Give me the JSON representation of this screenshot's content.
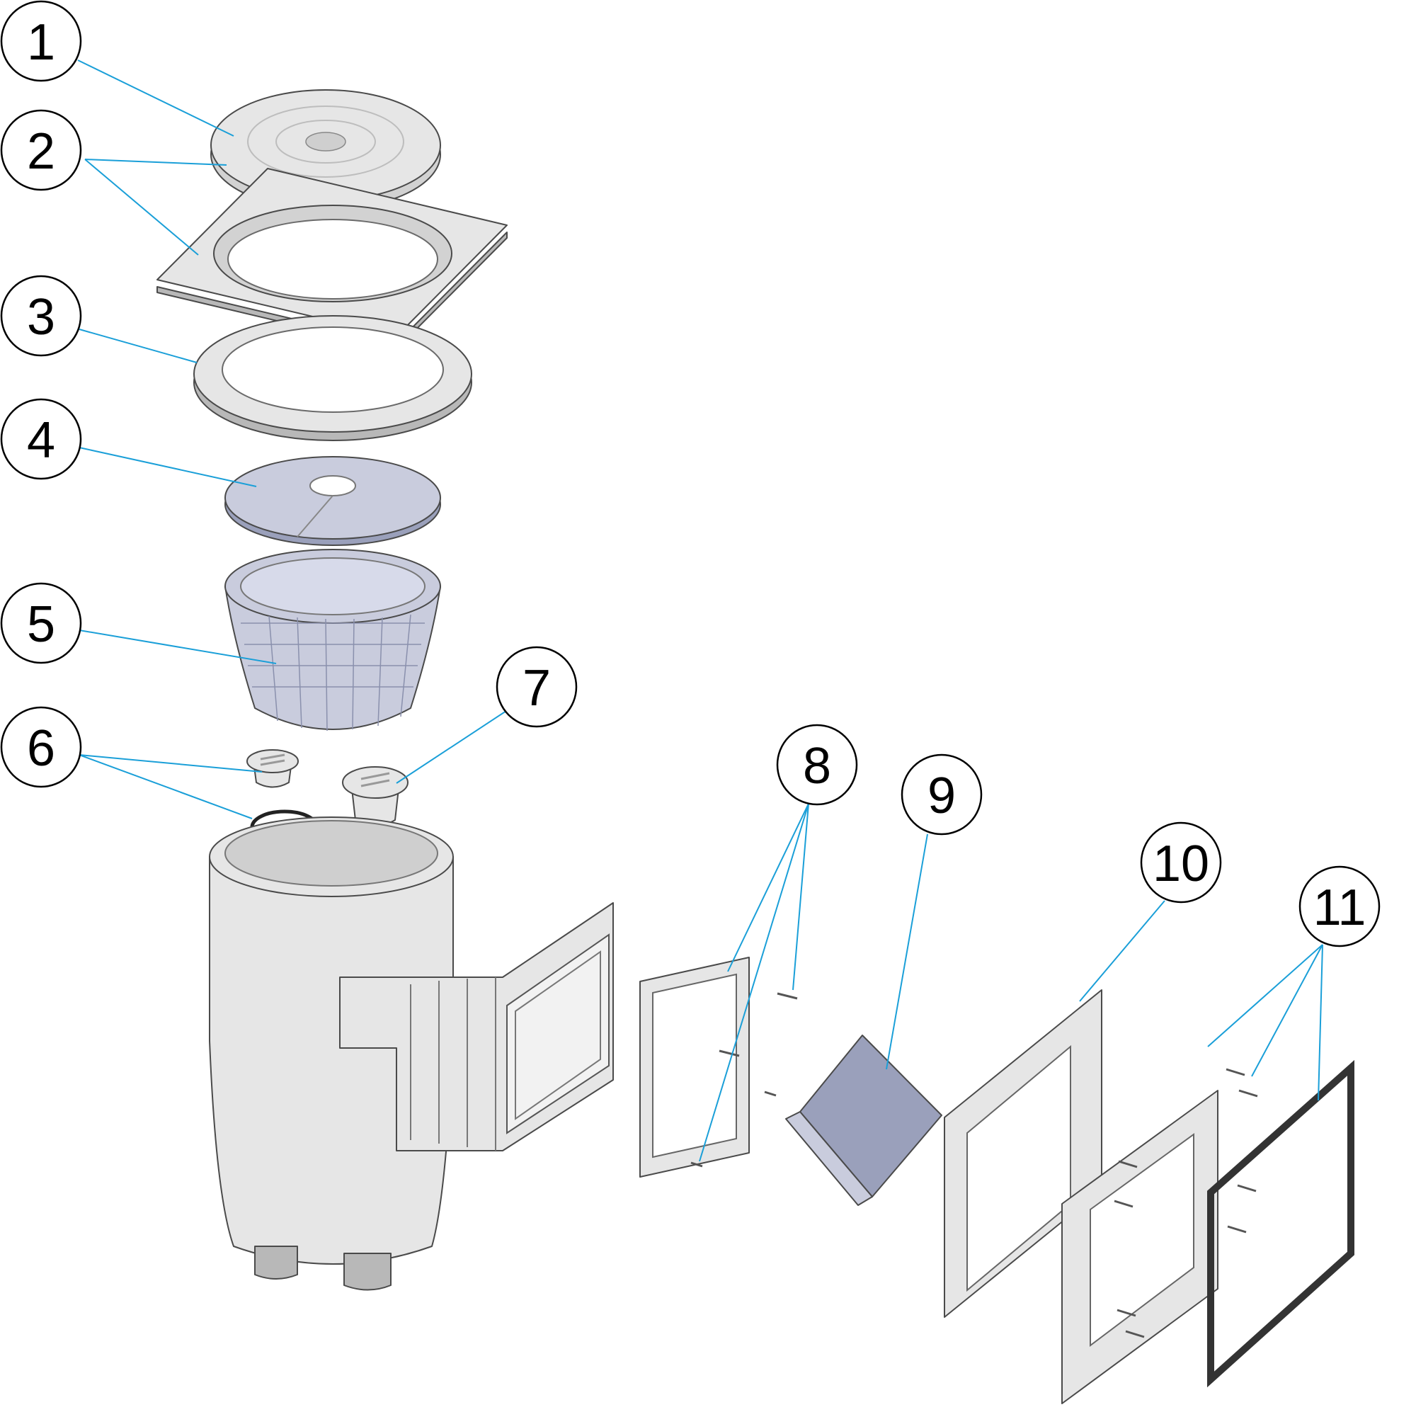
{
  "callouts": [
    {
      "id": 1,
      "label": "1"
    },
    {
      "id": 2,
      "label": "2"
    },
    {
      "id": 3,
      "label": "3"
    },
    {
      "id": 4,
      "label": "4"
    },
    {
      "id": 5,
      "label": "5"
    },
    {
      "id": 6,
      "label": "6"
    },
    {
      "id": 7,
      "label": "7"
    },
    {
      "id": 8,
      "label": "8"
    },
    {
      "id": 9,
      "label": "9"
    },
    {
      "id": 10,
      "label": "10"
    },
    {
      "id": 11,
      "label": "11"
    }
  ],
  "colors": {
    "leader": "#1a9fd8",
    "part_light": "#e6e6e6",
    "part_blue": "#c9ccdd",
    "outline": "#4a4a4a"
  }
}
